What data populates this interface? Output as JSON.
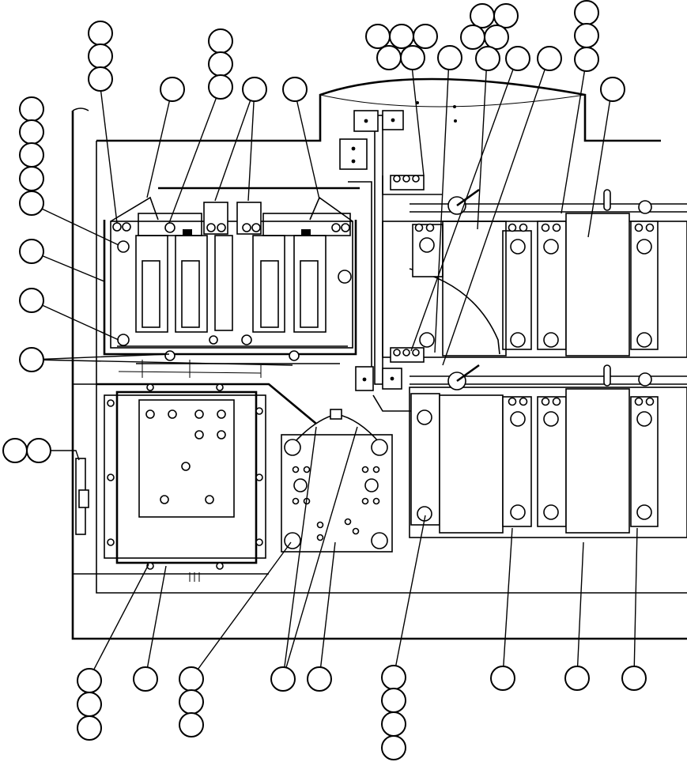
{
  "figure": {
    "title": "",
    "callout_labels_printed": false
  },
  "assemblies": [
    {
      "id": "relay-panel-upper-left"
    },
    {
      "id": "control-box-lower-left"
    },
    {
      "id": "terminal-board-center"
    },
    {
      "id": "contactor-bank-right"
    }
  ],
  "icons": [
    "callout-bubble",
    "bolt-head",
    "hex-nut",
    "contactor-handle"
  ]
}
